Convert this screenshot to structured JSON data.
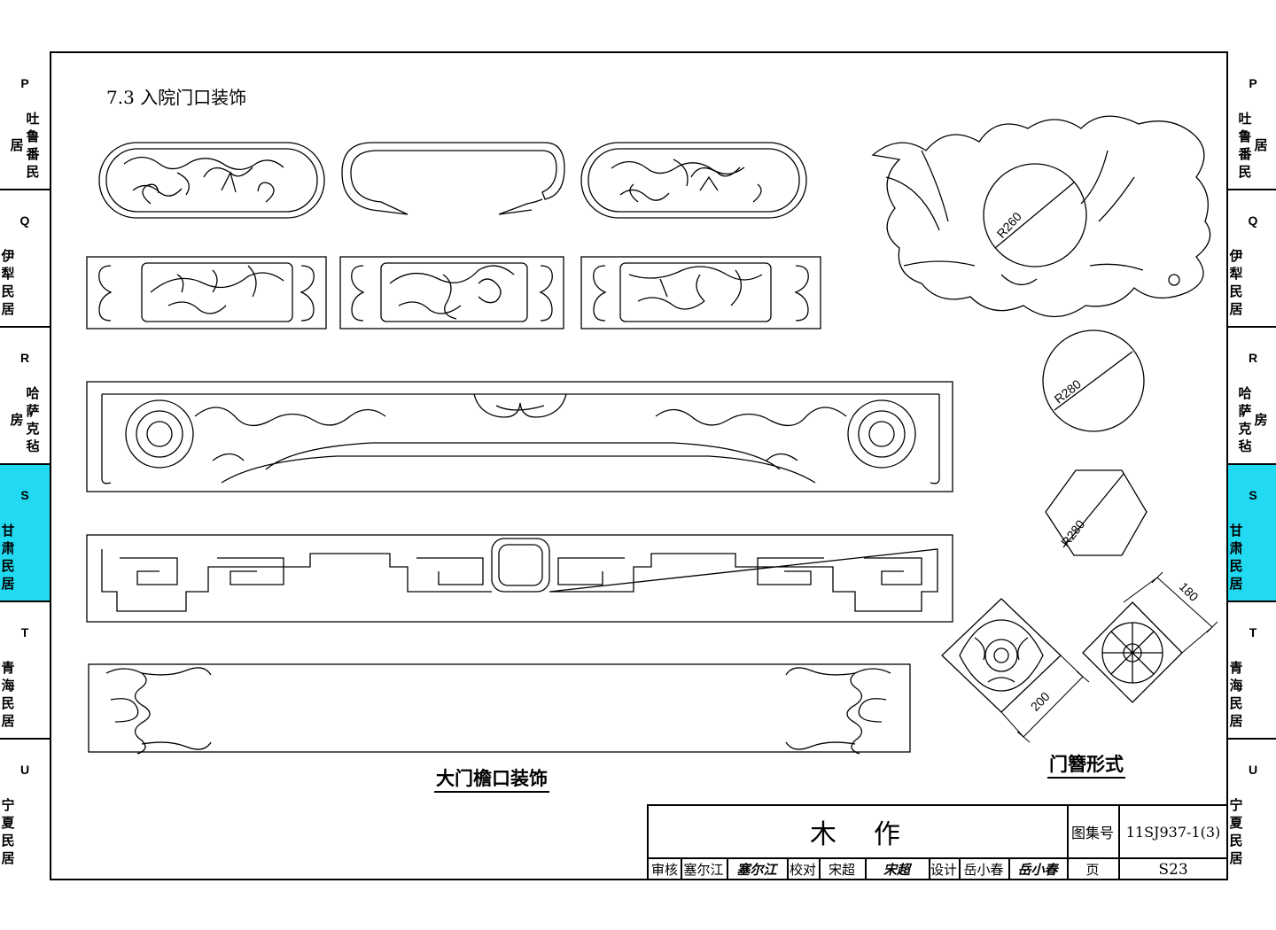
{
  "section_title": "7.3 入院门口装饰",
  "captions": {
    "eave_decoration": "大门檐口装饰",
    "door_hairpin": "门簪形式"
  },
  "dimensions": {
    "r260": "R260",
    "r280_circle": "R280",
    "r280_hex": "R280",
    "d180": "180",
    "d200": "200"
  },
  "left_tabs": [
    {
      "letter": "P",
      "name": "吐鲁番民居",
      "active": false
    },
    {
      "letter": "Q",
      "name": "伊犁民居",
      "active": false
    },
    {
      "letter": "R",
      "name": "哈萨克毡房",
      "active": false
    },
    {
      "letter": "S",
      "name": "甘肃民居",
      "active": true
    },
    {
      "letter": "T",
      "name": "青海民居",
      "active": false
    },
    {
      "letter": "U",
      "name": "宁夏民居",
      "active": false
    }
  ],
  "right_tabs": [
    {
      "letter": "P",
      "name": "吐鲁番民居",
      "active": false
    },
    {
      "letter": "Q",
      "name": "伊犁民居",
      "active": false
    },
    {
      "letter": "R",
      "name": "哈萨克毡房",
      "active": false
    },
    {
      "letter": "S",
      "name": "甘肃民居",
      "active": true
    },
    {
      "letter": "T",
      "name": "青海民居",
      "active": false
    },
    {
      "letter": "U",
      "name": "宁夏民居",
      "active": false
    }
  ],
  "title_block": {
    "title": "木　作",
    "atlas_label": "图集号",
    "atlas_number": "11SJ937-1(3)",
    "review_label": "审核",
    "reviewer": "塞尔江",
    "reviewer_sig": "塞尔江",
    "check_label": "校对",
    "checker": "宋超",
    "checker_sig": "宋超",
    "design_label": "设计",
    "designer": "岳小春",
    "designer_sig": "岳小春",
    "page_label": "页",
    "page_number": "S23"
  },
  "colors": {
    "active_tab": "#21d9f0",
    "line": "#000000"
  }
}
